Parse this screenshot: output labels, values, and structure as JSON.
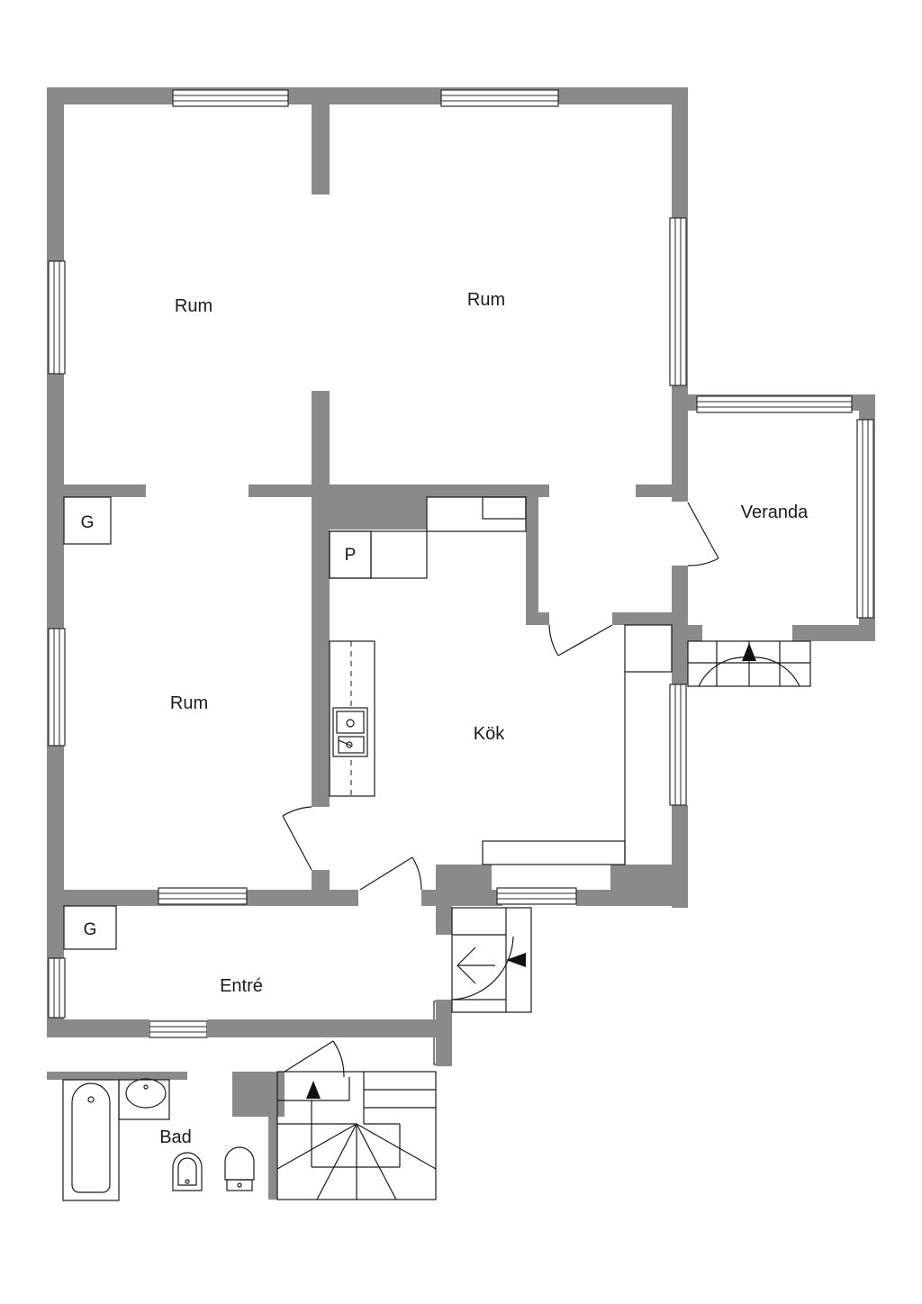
{
  "rooms": {
    "rum_upper_left": "Rum",
    "rum_upper_right": "Rum",
    "rum_lower_left": "Rum",
    "veranda": "Veranda",
    "kok": "Kök",
    "entre": "Entré",
    "bad": "Bad"
  },
  "markers": {
    "g_upper": "G",
    "g_lower": "G",
    "p_pantry": "P"
  },
  "colors": {
    "wall": "#8a8a8a",
    "line": "#1a1a1a",
    "background": "#ffffff"
  }
}
